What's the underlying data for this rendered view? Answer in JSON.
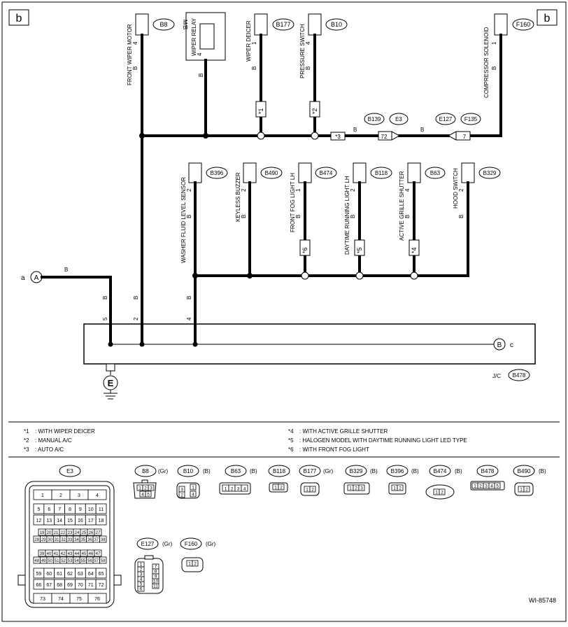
{
  "page_corner_labels": {
    "left": "b",
    "right": "b"
  },
  "top_components": [
    {
      "id": "front-wiper-motor",
      "name": "FRONT WIPER MOTOR",
      "pin": "4",
      "wire": "B",
      "code": "B8"
    },
    {
      "id": "wiper-relay",
      "name": "WIPER RELAY",
      "pin": "4",
      "wire": "B",
      "code": "M/B"
    },
    {
      "id": "wiper-deicer",
      "name": "WIPER DEICER",
      "pin": "1",
      "wire": "B",
      "code": "B177"
    },
    {
      "id": "pressure-switch",
      "name": "PRESSURE SWITCH",
      "pin": "4",
      "wire": "B",
      "code": "B10"
    },
    {
      "id": "compressor-solenoid",
      "name": "COMPRESSOR SOLENOID",
      "pin": "1",
      "wire": "B",
      "code": "F160"
    }
  ],
  "mid_components": [
    {
      "id": "washer-fluid-level-sensor",
      "name": "WASHER FLUID LEVEL SENSOR",
      "pin": "2",
      "wire": "B",
      "code": "B396"
    },
    {
      "id": "keyless-buzzer",
      "name": "KEYLESS BUZZER",
      "pin": "2",
      "wire": "B",
      "code": "B490"
    },
    {
      "id": "front-fog-light-lh",
      "name": "FRONT FOG LIGHT LH",
      "pin": "1",
      "wire": "B",
      "code": "B474"
    },
    {
      "id": "daytime-running-light-lh",
      "name": "DAYTIME RUNNING LIGHT LH",
      "pin": "2",
      "wire": "B",
      "code": "B118"
    },
    {
      "id": "active-grille-shutter",
      "name": "ACTIVE GRILLE SHUTTER",
      "pin": "4",
      "wire": "B",
      "code": "B63"
    },
    {
      "id": "hood-switch",
      "name": "HOOD SWITCH",
      "pin": "2",
      "wire": "B",
      "code": "B329"
    }
  ],
  "options": {
    "s1": "*1",
    "s2": "*2",
    "s3": "*3",
    "s4": "*4",
    "s5": "*5",
    "s6": "*6"
  },
  "connectors_inline": {
    "b139": "B139",
    "e3": "E3",
    "pin72": "72",
    "b_a": "B",
    "b_b": "B",
    "e127": "E127",
    "f135": "F135",
    "pin7": "7"
  },
  "ground_input": {
    "label_a": "a",
    "circle": "A",
    "wire": "B"
  },
  "junction": {
    "wire5": "B",
    "pin5": "5",
    "wire2": "B",
    "pin2": "2",
    "wire4": "B",
    "pin4": "4",
    "out_circle": "B",
    "out_label": "c",
    "jc_label": "J/C",
    "jc_code": "B478",
    "ground": "E"
  },
  "notes": [
    {
      "mark": "*1",
      "text": ": WITH WIPER DEICER"
    },
    {
      "mark": "*2",
      "text": ": MANUAL A/C"
    },
    {
      "mark": "*3",
      "text": ": AUTO A/C"
    },
    {
      "mark": "*4",
      "text": ": WITH ACTIVE GRILLE SHUTTER"
    },
    {
      "mark": "*5",
      "text": ": HALOGEN MODEL WITH DAYTIME RUNNING LIGHT LED TYPE"
    },
    {
      "mark": "*6",
      "text": ": WITH FRONT FOG LIGHT"
    }
  ],
  "connector_refs": [
    {
      "code": "E3",
      "color": ""
    },
    {
      "code": "B8",
      "color": "(Gr)"
    },
    {
      "code": "B10",
      "color": "(B)"
    },
    {
      "code": "B63",
      "color": "(B)"
    },
    {
      "code": "B118",
      "color": ""
    },
    {
      "code": "B177",
      "color": "(Gr)"
    },
    {
      "code": "B329",
      "color": "(B)"
    },
    {
      "code": "B396",
      "color": "(B)"
    },
    {
      "code": "B474",
      "color": "(B)"
    },
    {
      "code": "B478",
      "color": ""
    },
    {
      "code": "B490",
      "color": "(B)"
    },
    {
      "code": "E127",
      "color": "(Gr)"
    },
    {
      "code": "F160",
      "color": "(Gr)"
    }
  ],
  "e3_pins": [
    [
      "1",
      "2",
      "3",
      "4"
    ],
    [
      "5",
      "6",
      "7",
      "8",
      "9",
      "10",
      "11"
    ],
    [
      "12",
      "13",
      "14",
      "15",
      "16",
      "17",
      "18"
    ],
    [
      "19",
      "20",
      "21",
      "22",
      "23",
      "24",
      "25",
      "26",
      "27"
    ],
    [
      "28",
      "29",
      "30",
      "31",
      "32",
      "33",
      "34",
      "35",
      "36",
      "37",
      "38"
    ],
    [
      "39",
      "40",
      "41",
      "42",
      "43",
      "44",
      "45",
      "46",
      "47"
    ],
    [
      "48",
      "49",
      "50",
      "51",
      "52",
      "53",
      "54",
      "55",
      "56",
      "57",
      "58"
    ],
    [
      "59",
      "60",
      "61",
      "62",
      "63",
      "64",
      "65"
    ],
    [
      "66",
      "67",
      "68",
      "69",
      "70",
      "71",
      "72"
    ],
    [
      "73",
      "74",
      "75",
      "76"
    ]
  ],
  "pin_sets": {
    "b8_top": [
      "1",
      "2",
      "3"
    ],
    "b8_bot": [
      "4",
      "5"
    ],
    "b10_l": [
      "3",
      "2"
    ],
    "b10_r": [
      "1",
      "4"
    ],
    "b63": [
      "1",
      "2",
      "3",
      "4"
    ],
    "b118": [
      "1",
      "2"
    ],
    "b177": [
      "1",
      "2"
    ],
    "b329": [
      "1",
      "2",
      "3"
    ],
    "b396": [
      "1",
      "2"
    ],
    "b474": [
      "1",
      "2"
    ],
    "b478": [
      "1",
      "2",
      "3",
      "4",
      "5"
    ],
    "b490": [
      "1",
      "2"
    ],
    "e127_l": [
      "1",
      "2",
      "3",
      "4",
      "5",
      "6"
    ],
    "e127_r": [
      "7",
      "8",
      "9",
      "10",
      "11"
    ],
    "f160": [
      "1",
      "2"
    ]
  },
  "diagram_id": "WI-85748",
  "colors": {
    "line": "#000000",
    "bg": "#ffffff"
  }
}
